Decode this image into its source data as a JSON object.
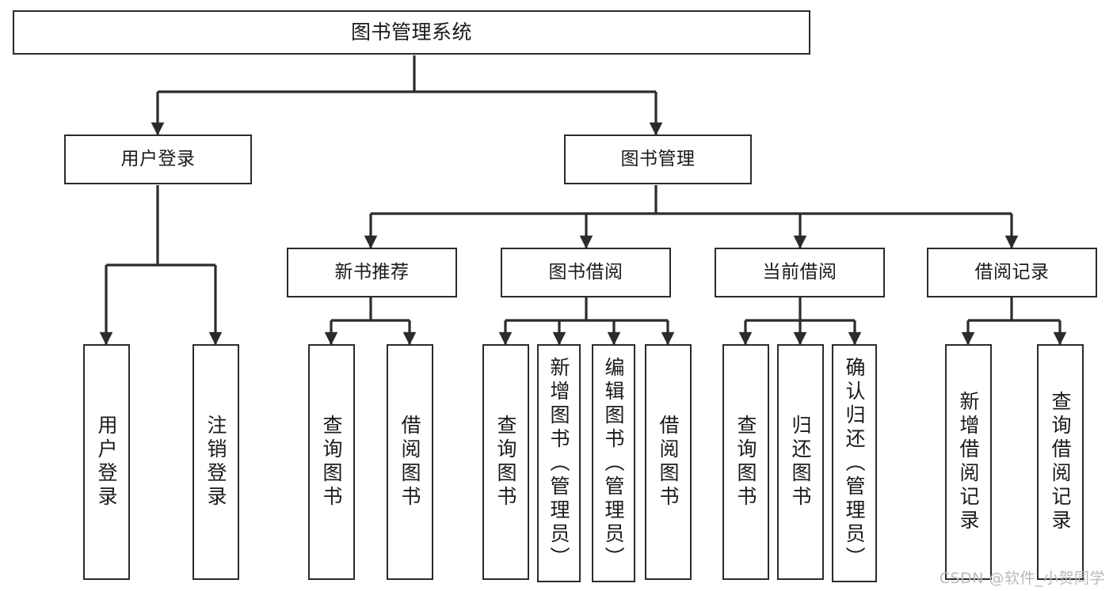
{
  "diagram": {
    "title": "图书管理系统",
    "watermark": "CSDN @软件_小贺同学",
    "colors": {
      "stroke": "#2b2b2b",
      "fill": "#ffffff",
      "text": "#1a1a1a",
      "watermark": "#b9b9b9"
    },
    "root": {
      "label": "图书管理系统"
    },
    "level1": [
      {
        "label": "用户登录"
      },
      {
        "label": "图书管理"
      }
    ],
    "level2": [
      {
        "label": "新书推荐"
      },
      {
        "label": "图书借阅"
      },
      {
        "label": "当前借阅"
      },
      {
        "label": "借阅记录"
      }
    ],
    "leaves": {
      "user_login": [
        {
          "label": "用户登录"
        },
        {
          "label": "注销登录"
        }
      ],
      "new_book": [
        {
          "label": "查询图书"
        },
        {
          "label": "借阅图书"
        }
      ],
      "book_borrow": [
        {
          "label": "查询图书"
        },
        {
          "label": "新增图书（管理员）"
        },
        {
          "label": "编辑图书（管理员）"
        },
        {
          "label": "借阅图书"
        }
      ],
      "current_borrow": [
        {
          "label": "查询图书"
        },
        {
          "label": "归还图书"
        },
        {
          "label": "确认归还（管理员）"
        }
      ],
      "borrow_record": [
        {
          "label": "新增借阅记录"
        },
        {
          "label": "查询借阅记录"
        }
      ]
    }
  }
}
